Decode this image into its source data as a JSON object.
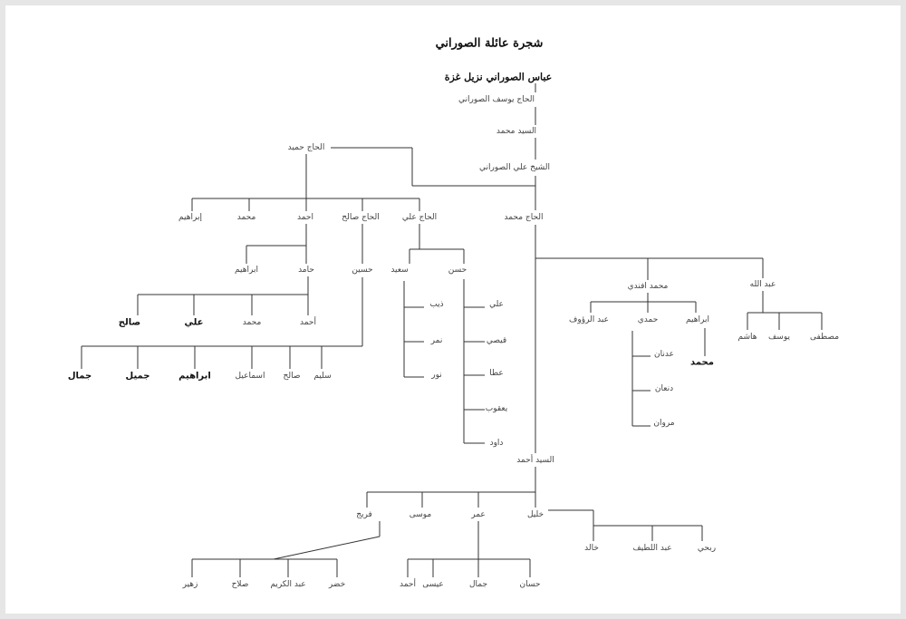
{
  "title": "شجرة عائلة الصوراني",
  "root": "عباس الصوراني نزيل غزة",
  "g1": "الحاج يوسف الصوراني",
  "g2": "السيد محمد",
  "g3": "الشيخ علي الصوراني",
  "hamid": {
    "name": "الحاج حميد",
    "children": [
      "إبراهيم",
      "محمد",
      "احمد",
      "الحاج صالح",
      "الحاج علي"
    ]
  },
  "ahmad": {
    "children": [
      "ابراهيم",
      "حامد"
    ]
  },
  "hamed": {
    "children": [
      "صالح",
      "علي",
      "محمد",
      "أحمد"
    ]
  },
  "salih": {
    "children": [
      "حسين"
    ]
  },
  "husein": {
    "children": [
      "جمال",
      "جميل",
      "ابراهيم",
      "اسماعيل",
      "صالح",
      "سليم"
    ]
  },
  "ali": {
    "children": [
      "سعيد",
      "حسن"
    ]
  },
  "said": {
    "children": [
      "ذيب",
      "نمر",
      "نور"
    ]
  },
  "hasan": {
    "children": [
      "علي",
      "قيصي",
      "عطا",
      "يعقوب",
      "داود"
    ]
  },
  "muhammad": {
    "name": "الحاج محمد",
    "children": [
      "محمد افندي",
      "عبد الله"
    ]
  },
  "effendi": {
    "children": [
      "عبد الرؤوف",
      "حمدي",
      "ابراهيم"
    ]
  },
  "ibrahim": {
    "children": [
      "محمد"
    ]
  },
  "hamdi": {
    "children": [
      "عدنان",
      "دنعان",
      "مروان"
    ]
  },
  "abdullah": {
    "children": [
      "هاشم",
      "يوسف",
      "مصطفى"
    ]
  },
  "sayyid_ahmad": {
    "name": "السيد أحمد",
    "children": [
      "فريج",
      "موسى",
      "عمر",
      "خليل"
    ]
  },
  "khalil": {
    "children": [
      "خالد",
      "عبد اللطيف",
      "ربحي"
    ]
  },
  "umar": {
    "children": [
      "أحمد",
      "عيسى",
      "جمال",
      "حسان"
    ]
  },
  "musa": {
    "children": [
      "زهير",
      "صلاح",
      "عبد الكريم",
      "خضر"
    ]
  }
}
